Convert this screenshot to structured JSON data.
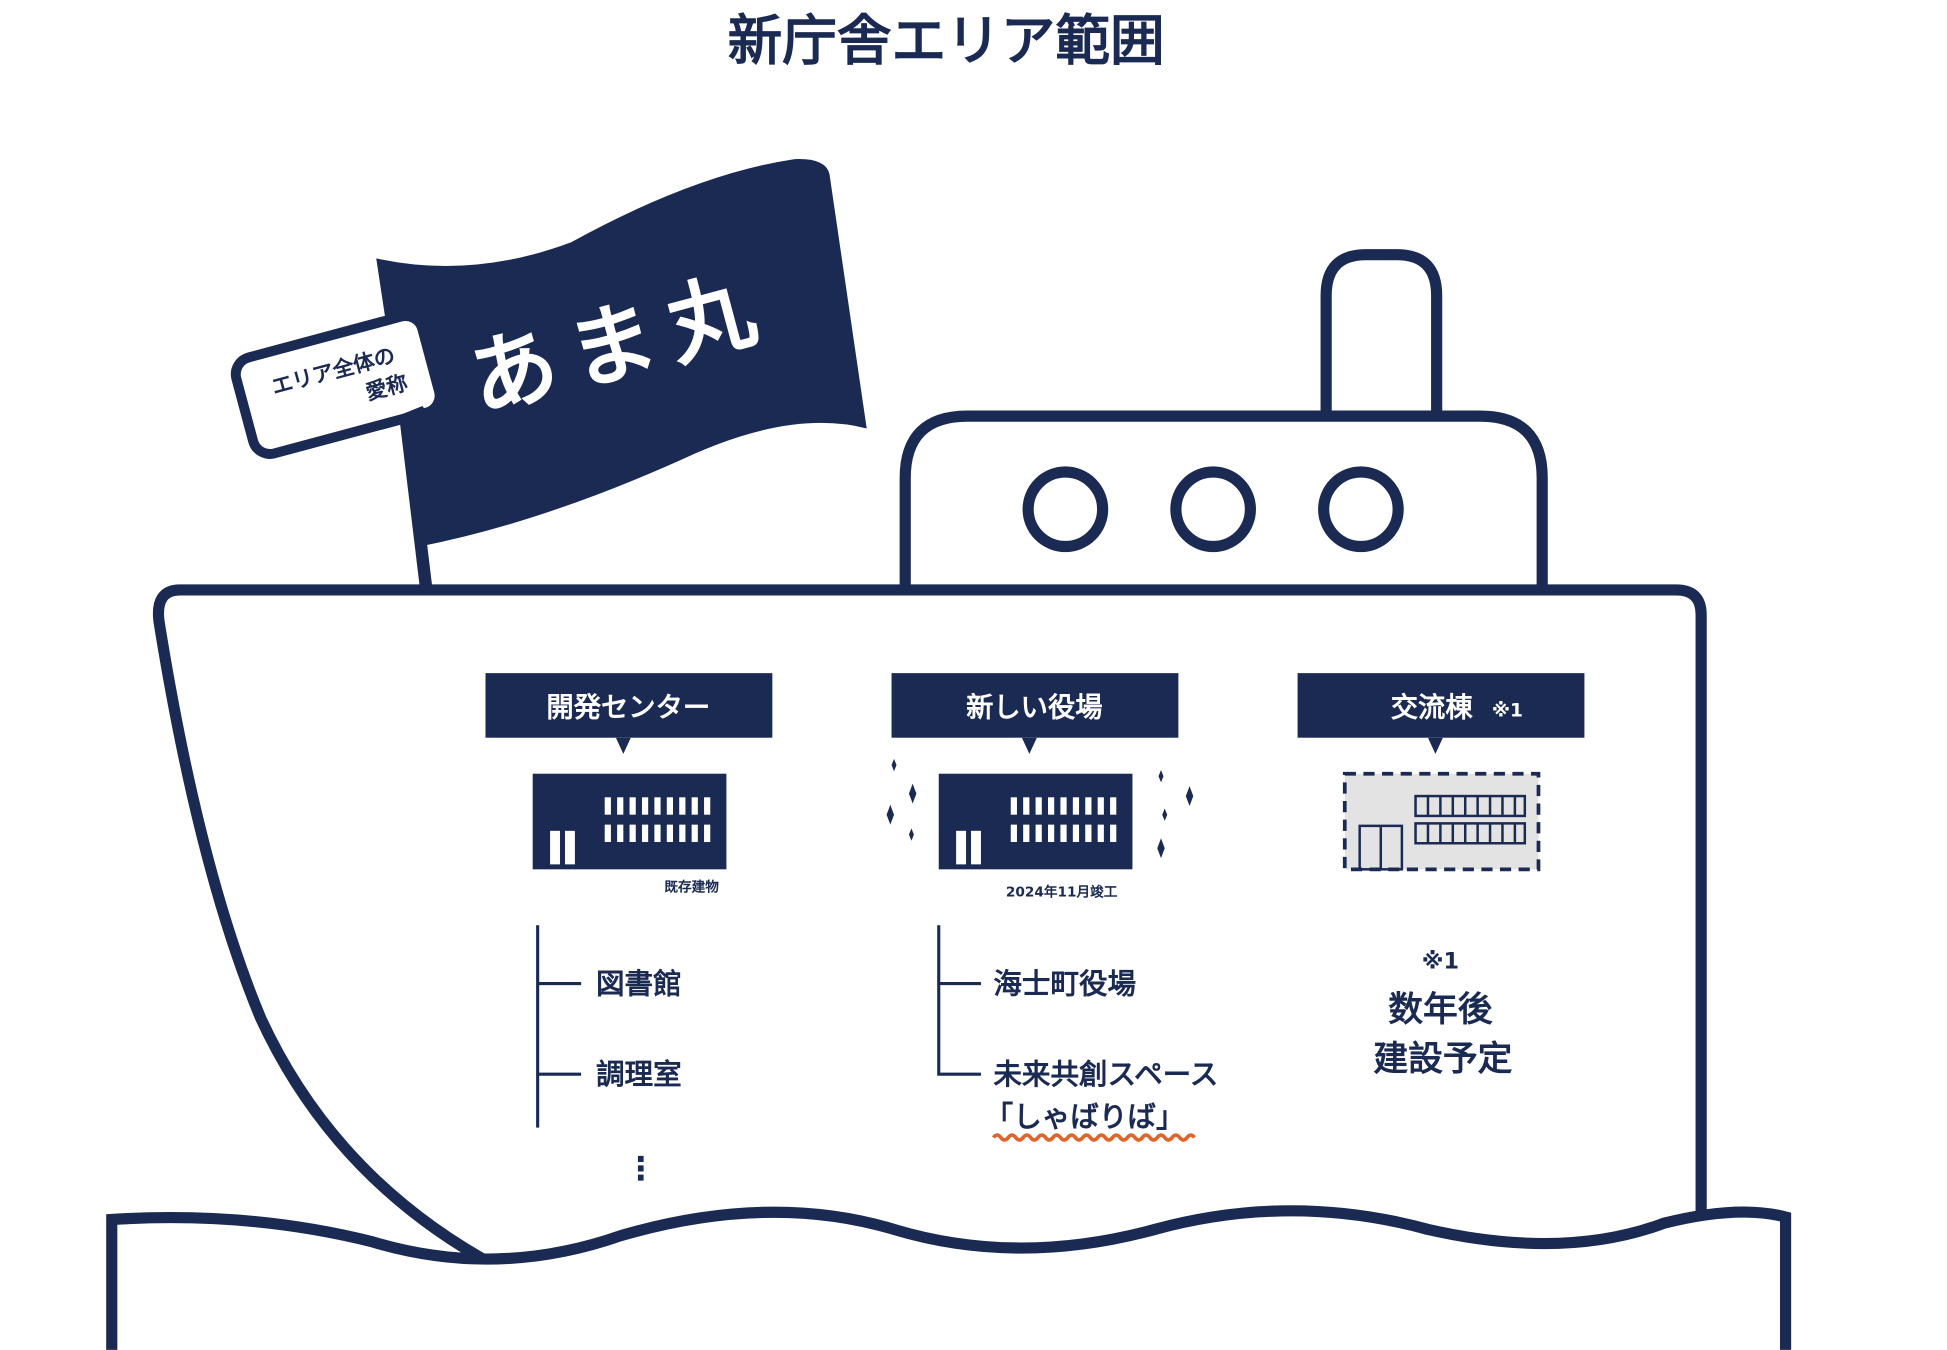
{
  "title": "新庁舎エリア範囲",
  "flag": {
    "name": "あま丸",
    "bubble_line1": "エリア全体の",
    "bubble_line2": "愛称"
  },
  "buildings": [
    {
      "label": "開発センター",
      "caption": "既存建物",
      "items": [
        "図書館",
        "調理室"
      ],
      "more": "⋮"
    },
    {
      "label": "新しい役場",
      "caption": "2024年11月竣工",
      "items": [
        "海士町役場",
        "未来共創スペース"
      ],
      "item_sub": "「しゃばりば」"
    },
    {
      "label": "交流棟",
      "label_note": "※1",
      "note_mark": "※1",
      "note_line1": "数年後",
      "note_line2": "建設予定"
    }
  ],
  "colors": {
    "navy": "#1b2a52",
    "accent": "#e0652a",
    "planned_fill": "#e3e3e3"
  }
}
